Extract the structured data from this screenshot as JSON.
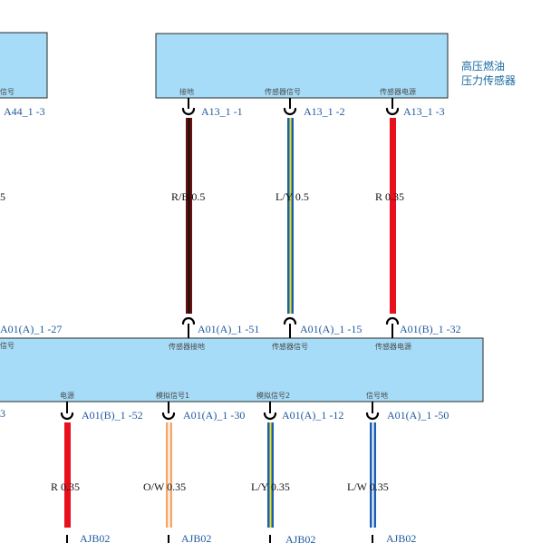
{
  "component": {
    "name_line1": "高压燃油",
    "name_line2": "压力传感器"
  },
  "left_partial": {
    "pin_label": "信号",
    "connector_label": "A44_1  -3",
    "wire_label": "5",
    "lower_connector": "A01(A)_1   -27",
    "lower_pin_label": "信号",
    "edge_char": "3"
  },
  "upper_wires": [
    {
      "pin_label": "接地",
      "conn_top": "A13_1  -1",
      "wire": "R/B 0.5",
      "conn_bottom": "A01(A)_1   -51",
      "pin_label_bottom": "传感器接地",
      "colors": [
        "#6b0f0f",
        "#111111"
      ]
    },
    {
      "pin_label": "传感器信号",
      "conn_top": "A13_1  -2",
      "wire": "L/Y 0.5",
      "conn_bottom": "A01(A)_1   -15",
      "pin_label_bottom": "传感器信号",
      "colors": [
        "#1a5fb4",
        "#e8e21a"
      ]
    },
    {
      "pin_label": "传感器电源",
      "conn_top": "A13_1  -3",
      "wire": "R 0.35",
      "conn_bottom": "A01(B)_1   -32",
      "pin_label_bottom": "传感器电源",
      "colors": [
        "#e8101c",
        "#e8101c"
      ]
    }
  ],
  "lower_wires": [
    {
      "pin_label": "电源",
      "conn": "A01(B)_1   -52",
      "wire": "R 0.35",
      "dest": "AJB02",
      "colors": [
        "#e8101c",
        "#e8101c"
      ]
    },
    {
      "pin_label": "模拟信号1",
      "conn": "A01(A)_1   -30",
      "wire": "O/W 0.35",
      "dest": "AJB02",
      "colors": [
        "#f2a86a",
        "#ffffff"
      ]
    },
    {
      "pin_label": "模拟信号2",
      "conn": "A01(A)_1   -12",
      "wire": "L/Y 0.35",
      "dest": "AJB02",
      "colors": [
        "#1a5fb4",
        "#e8e21a"
      ]
    },
    {
      "pin_label": "信号地",
      "conn": "A01(A)_1   -50",
      "wire": "L/W 0.35",
      "dest": "AJB02",
      "colors": [
        "#1a5fb4",
        "#ffffff"
      ]
    }
  ]
}
